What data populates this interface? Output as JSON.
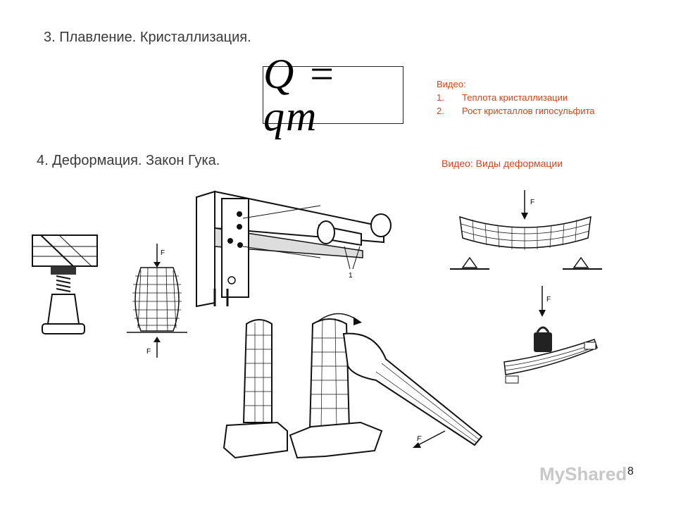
{
  "section3": {
    "title": "3. Плавление. Кристаллизация."
  },
  "formula": {
    "text": "Q = qm"
  },
  "videos_melting": {
    "header": "Видео:",
    "items": [
      {
        "num": "1.",
        "label": "Теплота кристаллизации"
      },
      {
        "num": "2.",
        "label": "Рост кристаллов гипосульфита"
      }
    ]
  },
  "section4": {
    "title": "4. Деформация. Закон Гука."
  },
  "videos_deformation": {
    "label": "Видео: Виды деформации"
  },
  "figures": {
    "force_label": "F",
    "bolt_label": "1"
  },
  "watermark": {
    "text": "MyShared"
  },
  "page_number": "8",
  "colors": {
    "accent": "#d0451b",
    "text": "#3a3a3a"
  }
}
